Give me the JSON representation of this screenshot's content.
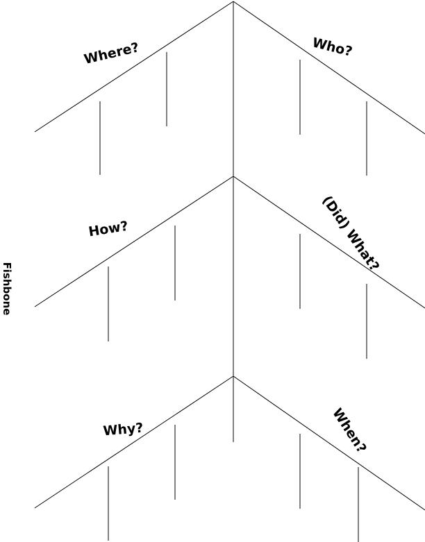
{
  "diagram": {
    "title": "Fishbone",
    "categories": {
      "where": "Where?",
      "who": "Who?",
      "how": "How?",
      "did_what": "(Did) What?",
      "why": "Why?",
      "when": "When?"
    }
  }
}
